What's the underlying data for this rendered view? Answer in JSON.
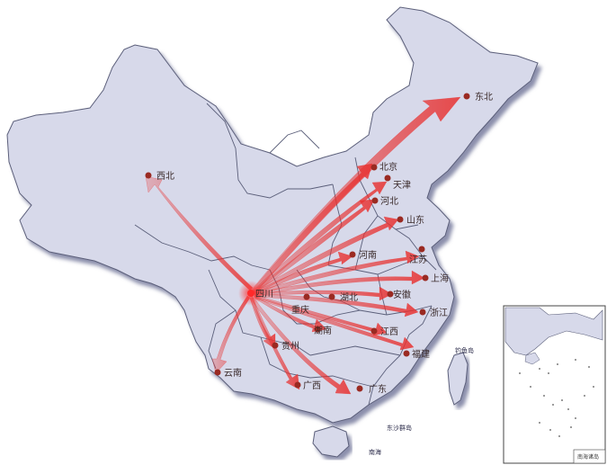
{
  "map": {
    "source_city": "四川",
    "destinations": [
      {
        "id": "dongbei",
        "label": "东北"
      },
      {
        "id": "xibei",
        "label": "西北"
      },
      {
        "id": "beijing",
        "label": "北京"
      },
      {
        "id": "tianjin",
        "label": "天津"
      },
      {
        "id": "hebei",
        "label": "河北"
      },
      {
        "id": "shandong",
        "label": "山东"
      },
      {
        "id": "henan",
        "label": "河南"
      },
      {
        "id": "jiangsu",
        "label": "江苏"
      },
      {
        "id": "shanghai",
        "label": "上海"
      },
      {
        "id": "anhui",
        "label": "安徽"
      },
      {
        "id": "hubei",
        "label": "湖北"
      },
      {
        "id": "zhejiang",
        "label": "浙江"
      },
      {
        "id": "chongqing",
        "label": "重庆"
      },
      {
        "id": "hunan",
        "label": "湖南"
      },
      {
        "id": "jiangxi",
        "label": "江西"
      },
      {
        "id": "fujian",
        "label": "福建"
      },
      {
        "id": "guizhou",
        "label": "贵州"
      },
      {
        "id": "yunnan",
        "label": "云南"
      },
      {
        "id": "guangxi",
        "label": "广西"
      },
      {
        "id": "guangdong",
        "label": "广东"
      }
    ],
    "sea_labels": {
      "diaoyu": "钓鱼岛",
      "dongsha": "东沙群岛",
      "nanhai": "南海",
      "nanhai_islands": "南海诸岛"
    },
    "colors": {
      "land": "#d7d9ea",
      "land_shadow": "#8f93b3",
      "border": "#5b5f7a",
      "arrow": "#e8302f",
      "dot": "#9a2a22",
      "source_dot": "#ff2a2a"
    }
  }
}
